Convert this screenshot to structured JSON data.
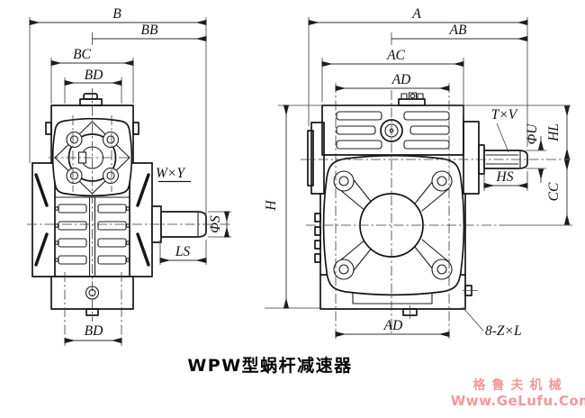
{
  "caption": {
    "title": "WPW型蜗杆减速器"
  },
  "watermark": {
    "brand": "格鲁夫机械",
    "url": "Www.GeLufu.Com",
    "color": "#f0989d"
  },
  "drawing": {
    "subject": "WPW worm gear reducer - two orthographic views (front view with output shaft, side view with input worm shaft)",
    "line_color": "#161616",
    "background": "#ffffff"
  },
  "labels": {
    "b": "B",
    "bb": "BB",
    "bc": "BC",
    "bd": "BD",
    "wy": "W×Y",
    "phi_s": "ΦS",
    "ls": "LS",
    "h": "H",
    "a": "A",
    "ab": "AB",
    "ac": "AC",
    "ad": "AD",
    "txv": "T×V",
    "phi_u": "ΦU",
    "hl": "HL",
    "hs": "HS",
    "cc": "CC",
    "zl": "8-Z×L"
  }
}
